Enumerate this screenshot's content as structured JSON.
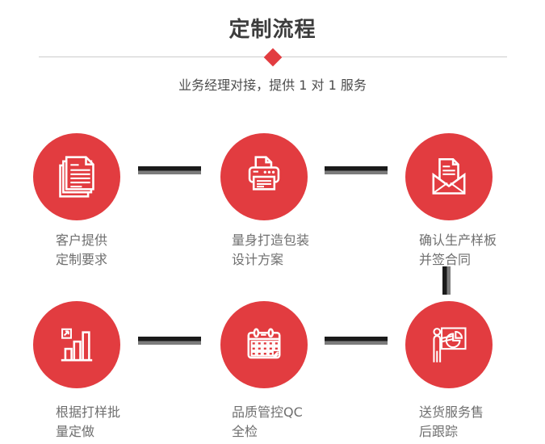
{
  "header": {
    "title": "定制流程",
    "subtitle": "业务经理对接，提供 1 对 1 服务"
  },
  "colors": {
    "accent_red": "#e23c40",
    "title_text": "#3d3d3d",
    "subtitle_text": "#4c4c4c",
    "label_text": "#6f6f6f",
    "connector_dark": "#1a1a1a",
    "connector_gray": "#7c7c7c",
    "divider_line": "#cccccc",
    "icon_stroke": "#ffffff"
  },
  "steps": [
    {
      "icon": "documents-icon",
      "lines": [
        "客户提供",
        "定制要求"
      ]
    },
    {
      "icon": "printer-icon",
      "lines": [
        "量身打造包装",
        "设计方案"
      ]
    },
    {
      "icon": "envelope-icon",
      "lines": [
        "确认生产样板",
        "并签合同"
      ]
    },
    {
      "icon": "bar-chart-icon",
      "lines": [
        "根据打样批",
        "量定做"
      ]
    },
    {
      "icon": "calendar-icon",
      "lines": [
        "品质管控QC",
        "全检"
      ]
    },
    {
      "icon": "presenter-icon",
      "lines": [
        "送货服务售",
        "后跟踪"
      ]
    }
  ]
}
